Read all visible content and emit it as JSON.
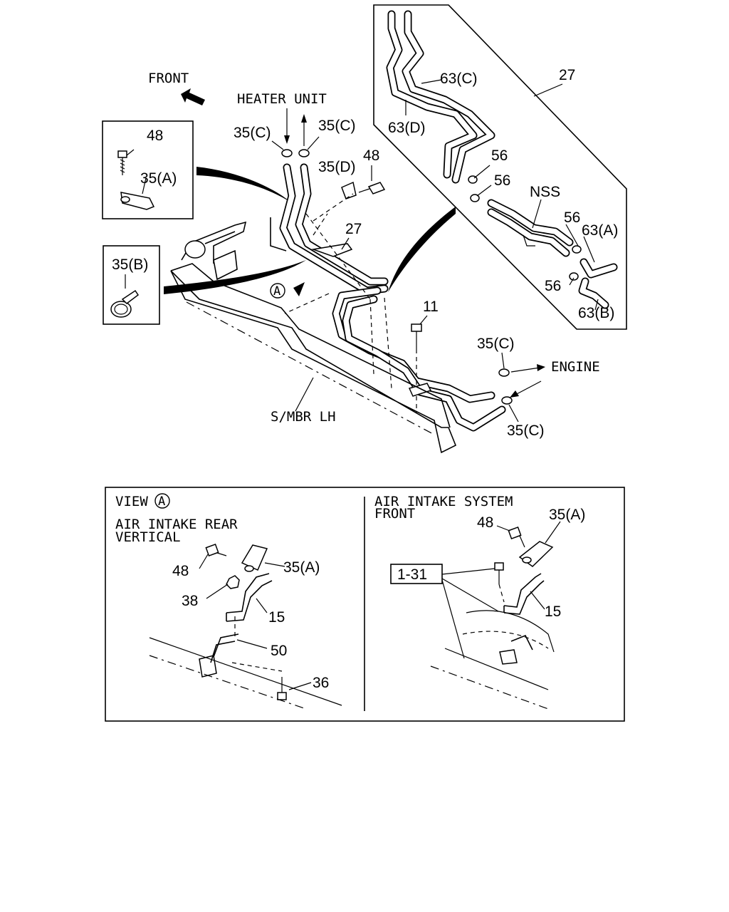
{
  "labels": {
    "front": "FRONT",
    "heater_unit": "HEATER UNIT",
    "engine": "ENGINE",
    "side_member": "S/MBR LH",
    "nss": "NSS",
    "view_a_title": "VIEW",
    "view_a_circle": "A",
    "view_a_desc_line1": "AIR INTAKE REAR",
    "view_a_desc_line2": "VERTICAL",
    "air_intake_front_line1": "AIR INTAKE SYSTEM",
    "air_intake_front_line2": "FRONT",
    "ref_box": "1-31",
    "arrow_a_circle": "A"
  },
  "callouts": {
    "p48_inset": "48",
    "p35a_inset": "35(A)",
    "p35b_inset": "35(B)",
    "p35c_left": "35(C)",
    "p35c_right": "35(C)",
    "p35d": "35(D)",
    "p48_main": "48",
    "p27_main": "27",
    "p11": "11",
    "p35c_engine_top": "35(C)",
    "p35c_engine_bottom": "35(C)",
    "p27_inset": "27",
    "p63c": "63(C)",
    "p63d": "63(D)",
    "p56_a": "56",
    "p56_b": "56",
    "p56_c": "56",
    "p56_d": "56",
    "p63a": "63(A)",
    "p63b": "63(B)",
    "va_48": "48",
    "va_35a": "35(A)",
    "va_38": "38",
    "va_15": "15",
    "va_50": "50",
    "va_36": "36",
    "fr_48": "48",
    "fr_35a": "35(A)",
    "fr_15": "15"
  }
}
